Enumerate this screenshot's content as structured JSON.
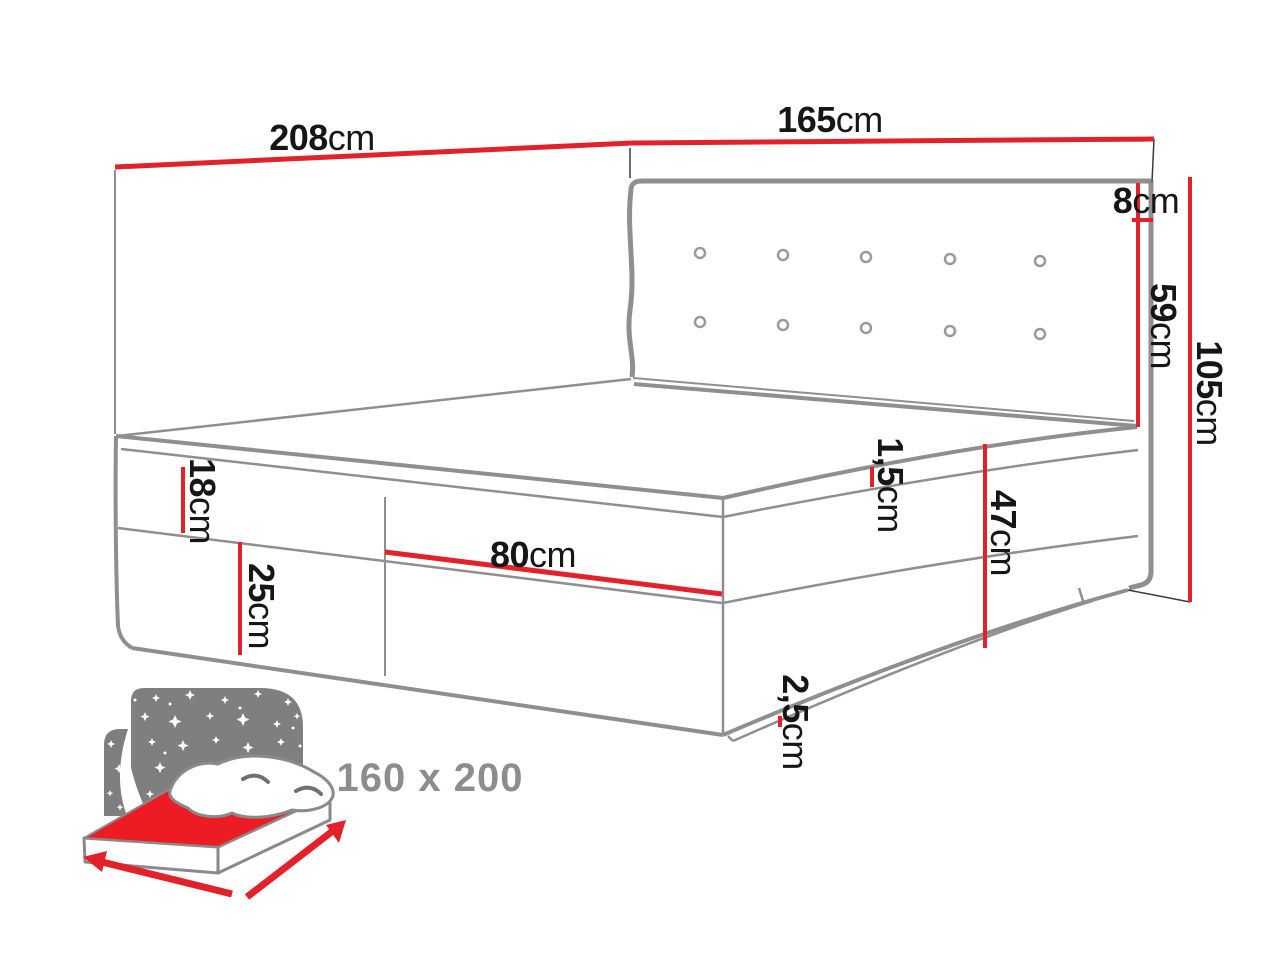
{
  "diagram": {
    "type": "bed-dimension-drawing",
    "labels": {
      "panel_left_width": {
        "value": "208",
        "unit": "cm"
      },
      "panel_right_width": {
        "value": "165",
        "unit": "cm"
      },
      "headboard_top_gap": {
        "value": "8",
        "unit": "cm"
      },
      "headboard_height": {
        "value": "59",
        "unit": "cm"
      },
      "total_height": {
        "value": "105",
        "unit": "cm"
      },
      "mattress_thickness": {
        "value": "18",
        "unit": "cm"
      },
      "base_height": {
        "value": "25",
        "unit": "cm"
      },
      "drawer_width": {
        "value": "80",
        "unit": "cm"
      },
      "topper_thickness": {
        "value": "1,5",
        "unit": "cm"
      },
      "side_height": {
        "value": "47",
        "unit": "cm"
      },
      "floor_clearance": {
        "value": "2,5",
        "unit": "cm"
      }
    },
    "badge": {
      "size_text": "160 x 200"
    },
    "colors": {
      "dimension_red": "#e3212a",
      "outline_gray": "#8f8f8f",
      "label_black": "#161616",
      "badge_gray": "#8d8d8d",
      "icon_red": "#ed1b24",
      "icon_panel_gray": "#7f7f7f"
    }
  }
}
